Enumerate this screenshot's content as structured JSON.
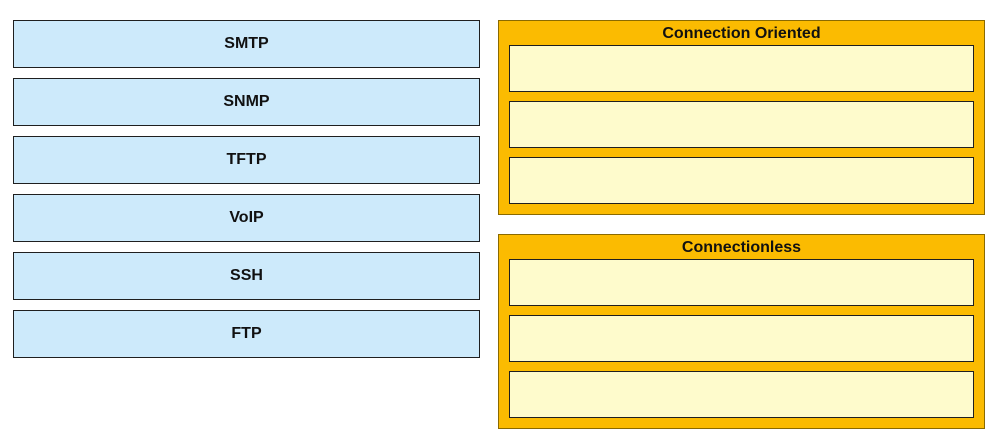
{
  "source_items": [
    {
      "label": "SMTP"
    },
    {
      "label": "SNMP"
    },
    {
      "label": "TFTP"
    },
    {
      "label": "VoIP"
    },
    {
      "label": "SSH"
    },
    {
      "label": "FTP"
    }
  ],
  "targets": {
    "connection_oriented": {
      "title": "Connection Oriented",
      "slot_count": 3
    },
    "connectionless": {
      "title": "Connectionless",
      "slot_count": 3
    }
  },
  "colors": {
    "source_fill": "#cdeafb",
    "target_group_fill": "#fbbb01",
    "slot_fill": "#fefbcc",
    "border": "#1f1f1f"
  }
}
